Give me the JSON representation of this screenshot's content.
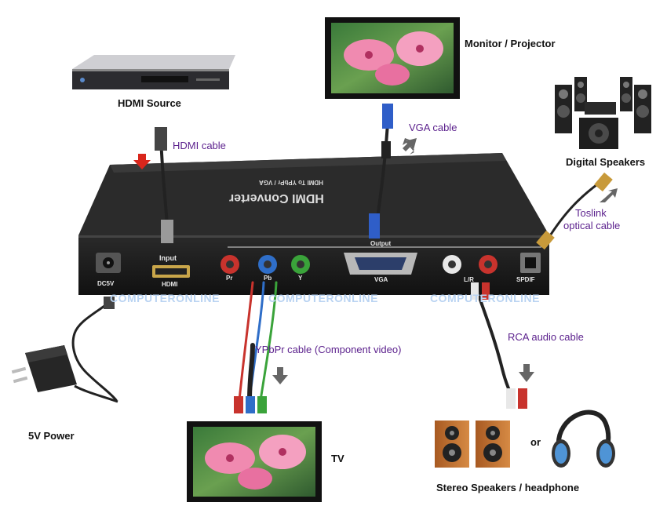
{
  "labels": {
    "hdmi_source": "HDMI Source",
    "monitor": "Monitor / Projector",
    "digital_speakers": "Digital Speakers",
    "tv": "TV",
    "power": "5V Power",
    "stereo": "Stereo Speakers / headphone",
    "or": "or"
  },
  "cables": {
    "hdmi": "HDMI cable",
    "vga": "VGA cable",
    "toslink_1": "Toslink",
    "toslink_2": "optical cable",
    "ypbpr": "YPbPr cable (Component video)",
    "rca": "RCA audio cable"
  },
  "device": {
    "title": "HDMI Converter",
    "subtitle": "HDMI To YPbPr / VGA",
    "ports": {
      "dc": "DC5V",
      "input": "Input",
      "hdmi": "HDMI",
      "pr": "Pr",
      "pb": "Pb",
      "y": "Y",
      "output": "Output",
      "vga": "VGA",
      "lr": "L/R",
      "spdif": "SPDIF"
    }
  },
  "watermark": "COMPUTERONLINE",
  "colors": {
    "cable_label": "#5a1f8c",
    "arrow_red": "#d9261c",
    "arrow_gray": "#666666",
    "device_body": "#1b1b1b"
  }
}
